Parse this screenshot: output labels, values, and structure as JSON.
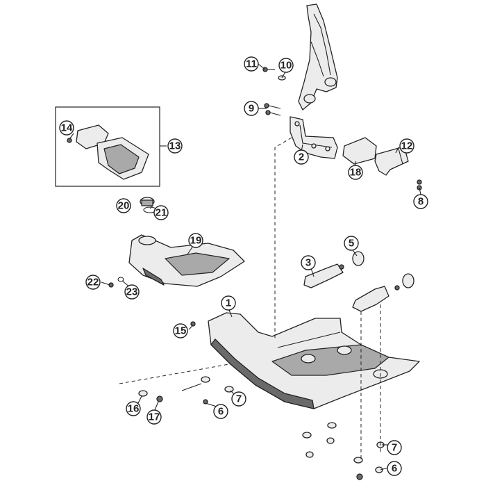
{
  "callouts": [
    {
      "id": "c1",
      "label": "1"
    },
    {
      "id": "c2",
      "label": "2"
    },
    {
      "id": "c3",
      "label": "3"
    },
    {
      "id": "c5",
      "label": "5"
    },
    {
      "id": "c6a",
      "label": "6"
    },
    {
      "id": "c6b",
      "label": "6"
    },
    {
      "id": "c7a",
      "label": "7"
    },
    {
      "id": "c7b",
      "label": "7"
    },
    {
      "id": "c8",
      "label": "8"
    },
    {
      "id": "c9",
      "label": "9"
    },
    {
      "id": "c10",
      "label": "10"
    },
    {
      "id": "c11",
      "label": "11"
    },
    {
      "id": "c12",
      "label": "12"
    },
    {
      "id": "c13",
      "label": "13"
    },
    {
      "id": "c14",
      "label": "14"
    },
    {
      "id": "c15",
      "label": "15"
    },
    {
      "id": "c16",
      "label": "16"
    },
    {
      "id": "c17",
      "label": "17"
    },
    {
      "id": "c18",
      "label": "18"
    },
    {
      "id": "c19",
      "label": "19"
    },
    {
      "id": "c20",
      "label": "20"
    },
    {
      "id": "c21",
      "label": "21"
    },
    {
      "id": "c22",
      "label": "22"
    },
    {
      "id": "c23",
      "label": "23"
    }
  ]
}
